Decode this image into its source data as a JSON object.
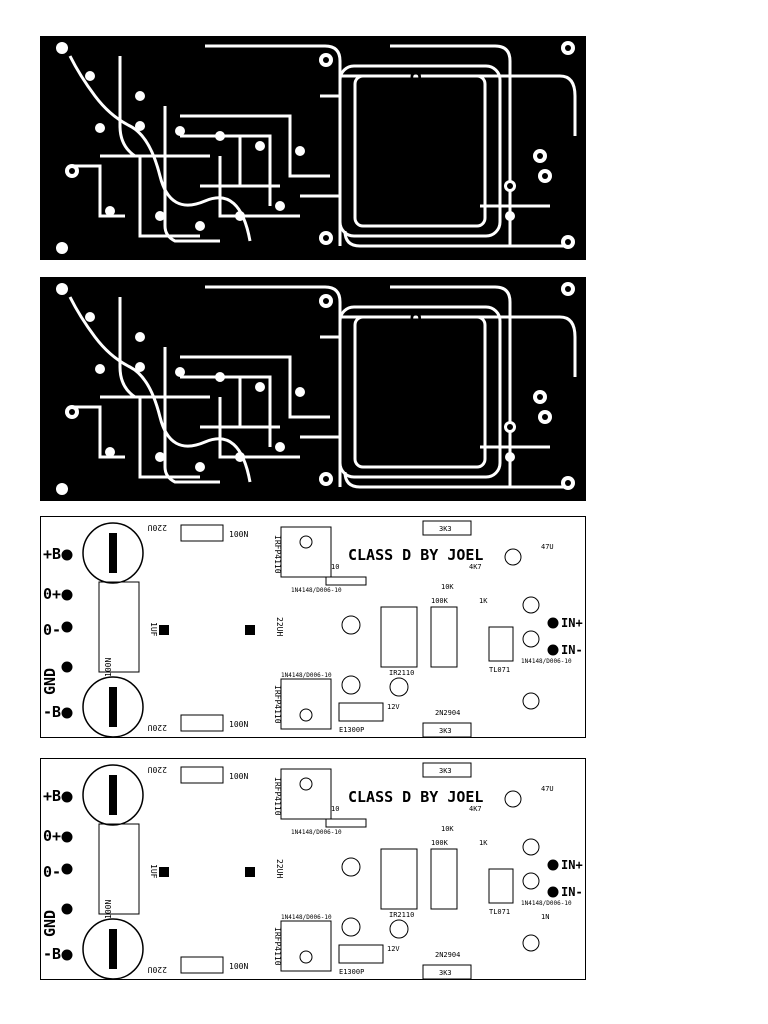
{
  "copper": {
    "title": "CLASS D AMP"
  },
  "overlay": {
    "title": "CLASS D BY JOEL",
    "terminals": [
      "+B",
      "0+",
      "0-",
      "GND",
      "-B",
      "IN+",
      "IN-"
    ],
    "components": {
      "cap_top": "220U",
      "cap_bottom": "220U",
      "film_top": "100N",
      "film_bottom": "100N",
      "inductor": "22UH",
      "output_cap": "1UF",
      "ground_cap": "100N",
      "mosfet_top": "IRFP4110",
      "mosfet_bottom": "IRFP4110",
      "diode_top": "1N4148/D006-10",
      "diode_bottom": "1N4148/D006-10",
      "diode_input": "1N4148/D006-10",
      "resistor_top": "3K3",
      "resistor_bottom": "3K3",
      "chip_driver": "IR2110",
      "chip_comparator": "TL071",
      "regulator": "E1300P",
      "regulator_voltage": "12V",
      "transistor": "2N2904",
      "cap_47u": "47U",
      "res_1k": "1K",
      "res_10k": "10K",
      "res_100k": "100K",
      "res_10": "10",
      "res_4k7": "4K7",
      "res_1n": "1N"
    }
  },
  "colors": {
    "copper": "#000000",
    "board": "#ffffff"
  }
}
